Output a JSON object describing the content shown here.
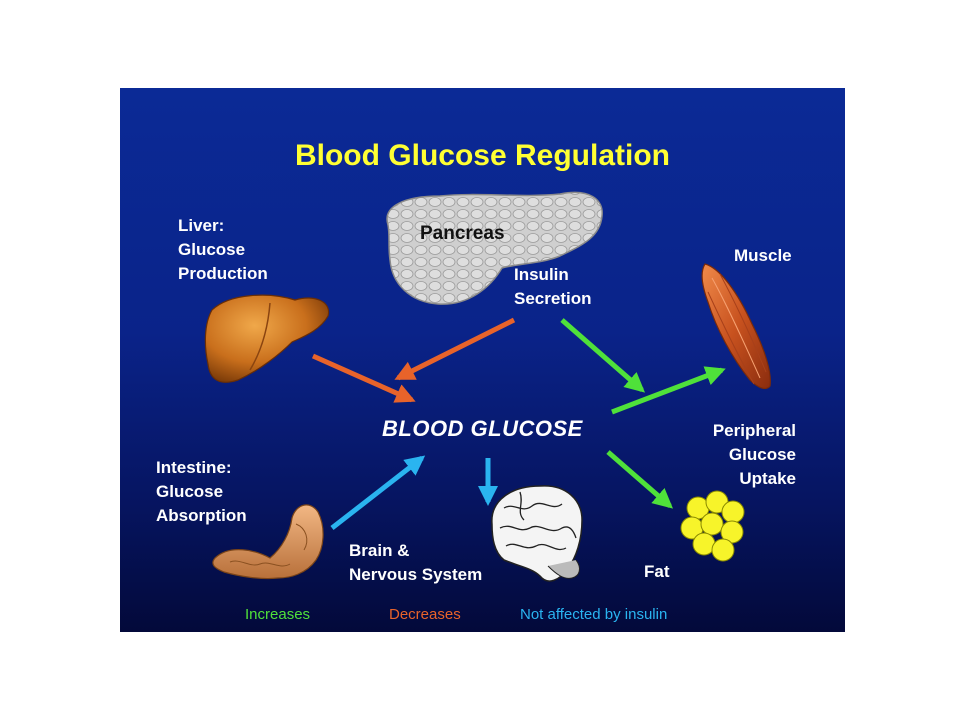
{
  "title": "Blood Glucose Regulation",
  "center_label": "BLOOD GLUCOSE",
  "nodes": {
    "pancreas": "Pancreas",
    "insulin": [
      "Insulin",
      "Secretion"
    ],
    "liver": [
      "Liver:",
      "Glucose",
      "Production"
    ],
    "muscle": "Muscle",
    "peripheral": [
      "Peripheral",
      "Glucose",
      "Uptake"
    ],
    "intestine": [
      "Intestine:",
      "Glucose",
      "Absorption"
    ],
    "brain": [
      "Brain &",
      "Nervous System"
    ],
    "fat": "Fat"
  },
  "legend": {
    "increases": "Increases",
    "decreases": "Decreases",
    "not_affected": "Not affected by insulin"
  },
  "colors": {
    "title": "#ffff33",
    "increases": "#4fe13a",
    "decreases": "#e8632a",
    "not_affected": "#2ab4f0"
  },
  "icons": [
    "pancreas-icon",
    "liver-icon",
    "muscle-icon",
    "intestine-icon",
    "brain-icon",
    "fat-icon"
  ]
}
